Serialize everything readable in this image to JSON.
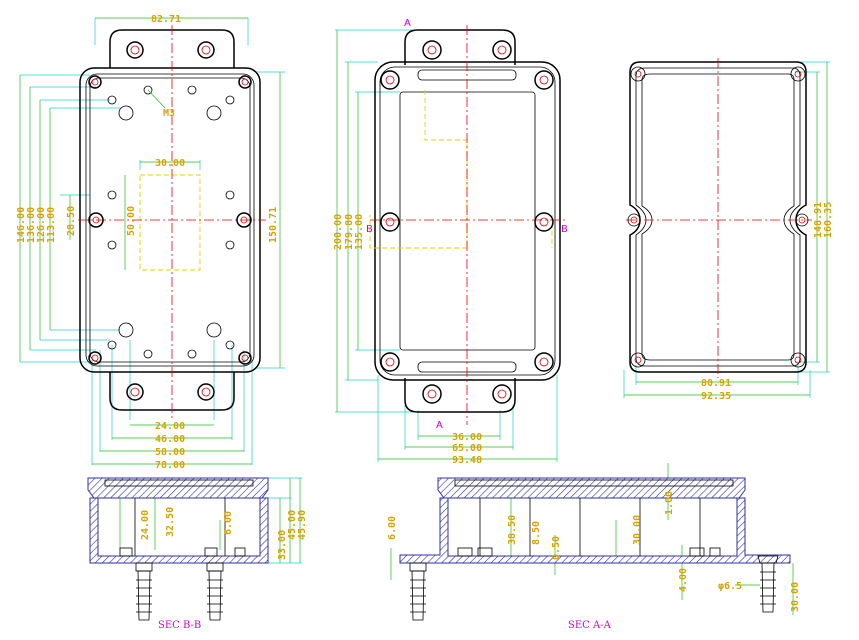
{
  "colors": {
    "dimension_text": "#d6a300",
    "section_text": "#d000d0",
    "extension_line": "#1fd0d0",
    "dimension_line": "#1fbf1f",
    "center_line": "#e00000",
    "hidden_line": "#e6d200",
    "outline": "#000000",
    "hatch": "#3030a0"
  },
  "view_left": {
    "top_width": "82.71",
    "thread_note": "M3",
    "cavity_width": "30.00",
    "cavity_height": "50.00",
    "left_heights": [
      "146.00",
      "136.00",
      "126.00",
      "113.00",
      "28.50"
    ],
    "right_height": "150.71",
    "bottom_widths": [
      "24.00",
      "46.00",
      "58.00",
      "78.00"
    ]
  },
  "view_middle": {
    "section_marker_top": "A",
    "section_marker_bottom": "A",
    "section_marker_left": "B",
    "section_marker_right": "B",
    "left_heights": [
      "200.00",
      "179.80",
      "135.00"
    ],
    "bottom_widths": [
      "36.00",
      "65.00",
      "93.48"
    ]
  },
  "view_right": {
    "right_heights": [
      "148.91",
      "160.35"
    ],
    "bottom_widths": [
      "80.91",
      "92.35"
    ]
  },
  "section_bb": {
    "label": "SEC B-B",
    "dims": [
      "24.00",
      "32.50",
      "6.00",
      "33.00",
      "45.00",
      "45.90"
    ]
  },
  "section_aa": {
    "label": "SEC A-A",
    "dims": [
      "6.00",
      "38.50",
      "8.50",
      "0.50",
      "30.00",
      "1.00",
      "4.00",
      "φ6.5",
      "30.00"
    ]
  }
}
